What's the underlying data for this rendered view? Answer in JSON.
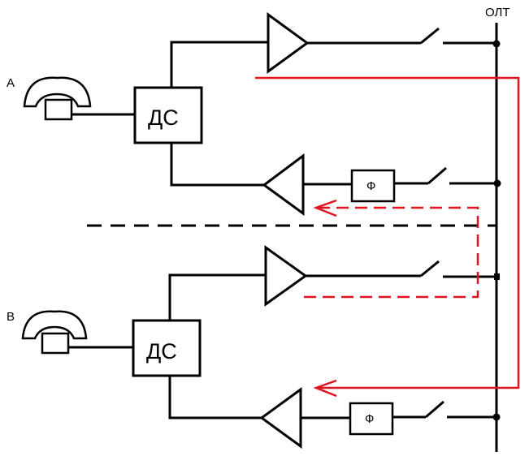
{
  "labels": {
    "bus": "ОЛТ",
    "subscriber_a": "А",
    "subscriber_b": "В",
    "hybrid_a": "ДС",
    "hybrid_b": "ДС",
    "filter_a": "Ф",
    "filter_b": "Ф"
  },
  "colors": {
    "wire": "#000000",
    "echo_path": "#e0141e",
    "background": "#ffffff"
  },
  "icons": {
    "phone": "telephone-handset-icon",
    "amplifier": "triangle-amplifier-icon",
    "switch": "switch-contact-icon",
    "junction": "junction-dot-icon"
  }
}
